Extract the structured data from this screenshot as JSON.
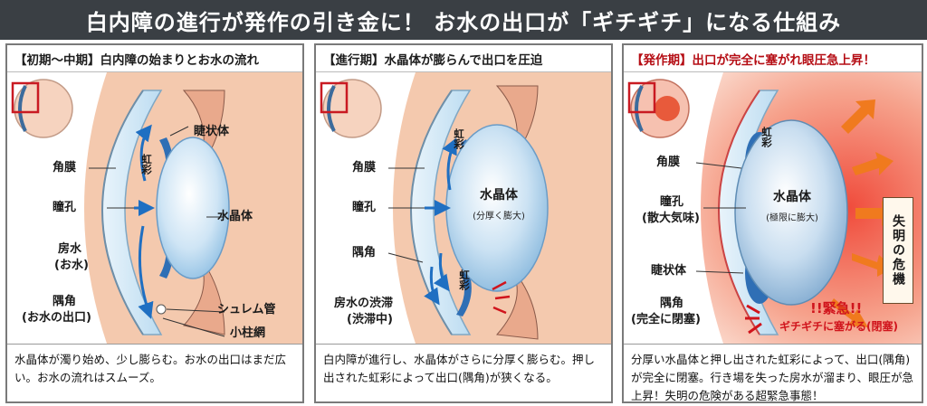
{
  "title": "白内障の進行が発作の引き金に！ お水の出口が「ギチギチ」になる仕組み",
  "panels": [
    {
      "header": "【初期～中期】白内障の始まりとお水の流れ",
      "labels": {
        "ciliary": "睫状体",
        "iris": "虹彩",
        "cornea": "角膜",
        "pupil": "瞳孔",
        "lens": "水晶体",
        "aqueous": "房水",
        "aqueous_sub": "(お水)",
        "schlemm": "シュレム管",
        "angle": "隅角",
        "angle_sub": "(お水の出口)",
        "trabecular": "小柱網"
      },
      "caption": "水晶体が濁り始め、少し膨らむ。お水の出口はまだ広い。お水の流れはスムーズ。"
    },
    {
      "header": "【進行期】水晶体が膨らんで出口を圧迫",
      "labels": {
        "iris": "虹彩",
        "cornea": "角膜",
        "pupil": "瞳孔",
        "lens": "水晶体",
        "lens_sub": "(分厚く膨大)",
        "angle": "隅角",
        "iris2": "虹彩",
        "stagnation": "房水の渋滞",
        "stagnation_sub": "(渋滞中)"
      },
      "caption": "白内障が進行し、水晶体がさらに分厚く膨らむ。押し出された虹彩によって出口(隅角)が狭くなる。"
    },
    {
      "header": "【発作期】出口が完全に塞がれ眼圧急上昇！",
      "labels": {
        "iris": "虹彩",
        "cornea": "角膜",
        "pupil": "瞳孔",
        "pupil_sub": "(散大気味)",
        "lens": "水晶体",
        "lens_sub": "(極限に膨大)",
        "ciliary": "睫状体",
        "angle": "隅角",
        "angle_sub": "(完全に閉塞)",
        "urgent": "!!緊急!!",
        "blocked": "ギチギチに塞がる(閉塞)",
        "danger": "失明の危機"
      },
      "caption": "分厚い水晶体と押し出された虹彩によって、出口(隅角)が完全に閉塞。行き場を失った房水が溜まり、眼圧が急上昇！失明の危険がある超緊急事態！"
    }
  ],
  "colors": {
    "title_bg": "#3a3f44",
    "skin": "#f3c4a8",
    "cornea": "#cfe6f5",
    "lens": "#b9d9f0",
    "iris": "#2f6fb5",
    "flow_arrow": "#1f6fc2",
    "alert_red": "#d0141c",
    "alert_orange": "#f07a1e"
  }
}
